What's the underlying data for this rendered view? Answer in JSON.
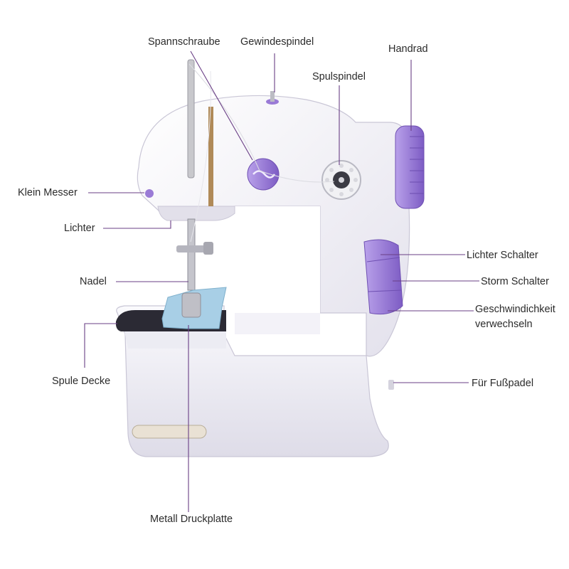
{
  "labels": {
    "spannschraube": "Spannschraube",
    "gewindespindel": "Gewindespindel",
    "handrad": "Handrad",
    "spulspindel": "Spulspindel",
    "klein_messer": "Klein Messer",
    "lichter": "Lichter",
    "lichter_schalter": "Lichter Schalter",
    "nadel": "Nadel",
    "storm_schalter": "Storm Schalter",
    "geschwindichkeit_line1": "Geschwindichkeit",
    "geschwindichkeit_line2": "verwechseln",
    "spule_decke": "Spule Decke",
    "fur_fusspadel": "Für Fußpadel",
    "metall_druckplatte": "Metall Druckplatte"
  },
  "colors": {
    "leader_line": "#6a3f86",
    "machine_body": "#f4f3f8",
    "accent_purple": "#9a7bd6",
    "dark_base": "#2a2a34",
    "fabric": "#a8cfe6"
  }
}
